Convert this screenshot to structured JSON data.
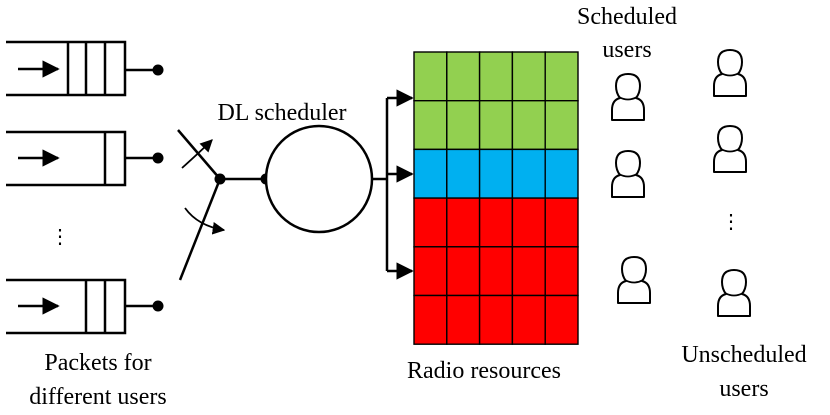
{
  "labels": {
    "dl_scheduler": "DL scheduler",
    "packets_line1": "Packets for",
    "packets_line2": "different users",
    "radio_resources": "Radio resources",
    "scheduled_line1": "Scheduled",
    "scheduled_line2": "users",
    "unscheduled_line1": "Unscheduled",
    "unscheduled_line2": "users",
    "queue_ellipsis": "⋮",
    "users_ellipsis": "⋮"
  },
  "colors": {
    "green": "#92d050",
    "blue": "#00b0f0",
    "red": "#ff0000",
    "line": "#000000"
  },
  "grid": {
    "columns": 5,
    "rows": [
      {
        "color": "green"
      },
      {
        "color": "green"
      },
      {
        "color": "blue"
      },
      {
        "color": "red"
      },
      {
        "color": "red"
      },
      {
        "color": "red"
      }
    ]
  },
  "icons": [
    "queue-icon",
    "switch-icon",
    "scheduler-circle-icon",
    "user-icon"
  ]
}
